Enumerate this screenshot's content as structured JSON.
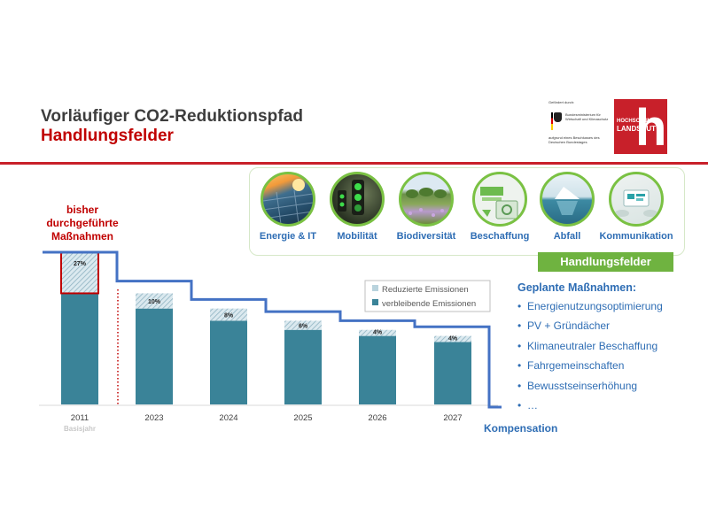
{
  "header": {
    "title": "Vorläufiger CO2-Reduktionspfad",
    "subtitle": "Handlungsfelder"
  },
  "funding": {
    "label": "Gefördert durch:",
    "ministry": "Bundesministerium für Wirtschaft und Klimaschutz",
    "note": "aufgrund eines Beschlusses des Deutschen Bundestages"
  },
  "university_logo": {
    "line1": "HOCHSCHULE",
    "line2": "LANDSHUT"
  },
  "handlungsfelder": {
    "items": [
      {
        "label": "Energie & IT",
        "icon": "solar-panels-image"
      },
      {
        "label": "Mobilität",
        "icon": "traffic-light-image"
      },
      {
        "label": "Biodiversität",
        "icon": "meadow-image"
      },
      {
        "label": "Beschaffung",
        "icon": "sustainable-purchasing-image"
      },
      {
        "label": "Abfall",
        "icon": "iceberg-image"
      },
      {
        "label": "Kommunikation",
        "icon": "meeting-image"
      }
    ],
    "badge": "Handlungsfelder"
  },
  "annotations": {
    "bisher": "bisher durchgeführte Maßnahmen",
    "kompensation": "Kompensation"
  },
  "geplante": {
    "title": "Geplante Maßnahmen:",
    "items": [
      "Energienutzungsoptimierung",
      "PV + Gründächer",
      "Klimaneutraler Beschaffung",
      "Fahrgemeinschaften",
      "Bewusstseinserhöhung",
      "…"
    ]
  },
  "chart_data": {
    "type": "bar",
    "categories": [
      "2011",
      "2023",
      "2024",
      "2025",
      "2026",
      "2027"
    ],
    "category_sublabels": [
      "Basisjahr",
      "",
      "",
      "",
      "",
      ""
    ],
    "series": [
      {
        "name": "verbleibende Emissionen",
        "values": [
          73,
          63,
          55,
          49,
          45,
          41
        ],
        "color": "#3a8398"
      },
      {
        "name": "Reduzierte Emissionen",
        "values": [
          27,
          10,
          8,
          6,
          4,
          4
        ],
        "color": "#b9d3dd"
      }
    ],
    "data_labels": [
      "27%",
      "10%",
      "8%",
      "6%",
      "4%",
      "4%"
    ],
    "path_levels": [
      100,
      81,
      69,
      61,
      55,
      51
    ],
    "legend_position": "top-right",
    "ylim": [
      0,
      100
    ],
    "grid": false,
    "colors": {
      "path": "#4472c4",
      "highlight": "#c00000"
    }
  }
}
